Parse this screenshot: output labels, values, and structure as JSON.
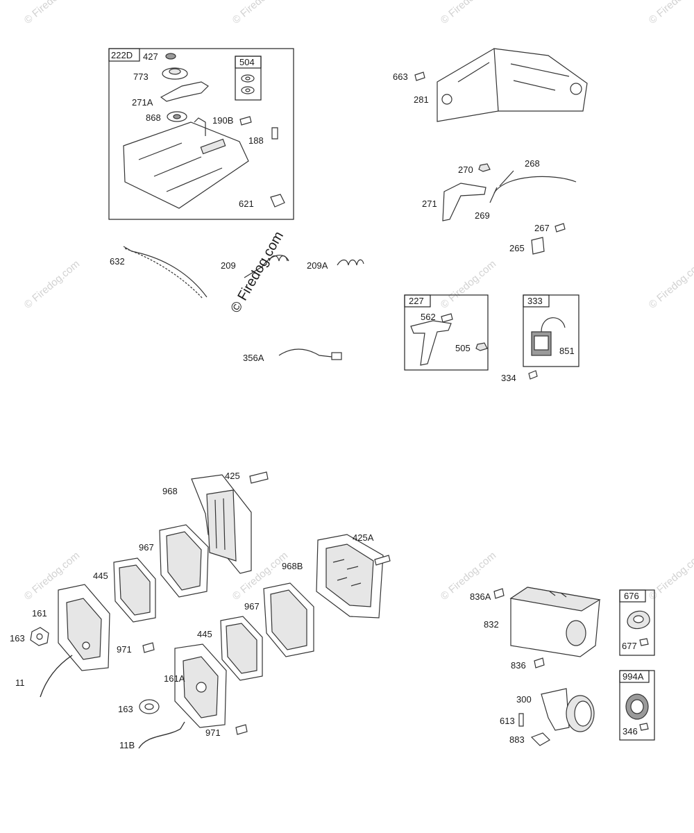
{
  "watermarks": {
    "main": "© Firedog.com",
    "faint": "© Firedog.com"
  },
  "boxes": {
    "b222D": "222D",
    "b504": "504",
    "b227": "227",
    "b333": "333",
    "b676": "676",
    "b994A": "994A"
  },
  "labels": {
    "l427": "427",
    "l773": "773",
    "l271A": "271A",
    "l868": "868",
    "l190B": "190B",
    "l188": "188",
    "l621": "621",
    "l663": "663",
    "l281": "281",
    "l270": "270",
    "l268": "268",
    "l271": "271",
    "l269": "269",
    "l267": "267",
    "l265": "265",
    "l632": "632",
    "l209": "209",
    "l209A": "209A",
    "l356A": "356A",
    "l562": "562",
    "l505": "505",
    "l851": "851",
    "l334": "334",
    "l425": "425",
    "l968": "968",
    "l967a": "967",
    "l445a": "445",
    "l161": "161",
    "l163a": "163",
    "l11": "11",
    "l971a": "971",
    "l968B": "968B",
    "l425A": "425A",
    "l967b": "967",
    "l445b": "445",
    "l161A": "161A",
    "l163b": "163",
    "l11B": "11B",
    "l971b": "971",
    "l836A": "836A",
    "l832": "832",
    "l836": "836",
    "l677": "677",
    "l300": "300",
    "l613": "613",
    "l883": "883",
    "l346": "346"
  }
}
